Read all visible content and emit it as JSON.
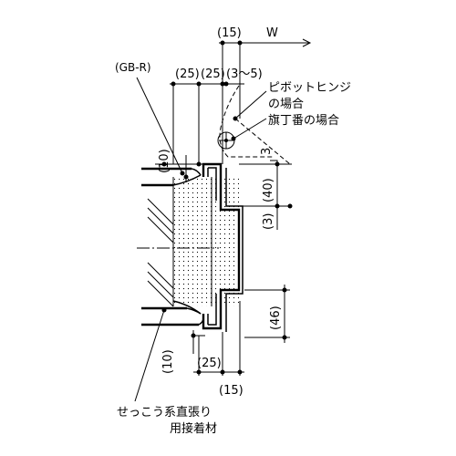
{
  "dimensions": {
    "top_15": "(15)",
    "width_symbol": "W",
    "top_25_left": "(25)",
    "top_25_right": "(25)",
    "gap_3_5": "(3～5)",
    "right_3": "3",
    "right_40": "(40)",
    "right_3_paren": "(3)",
    "right_46": "(46)",
    "left_10_top": "(10)",
    "left_10_bottom": "(10)",
    "bottom_25": "(25)",
    "bottom_15": "(15)"
  },
  "labels": {
    "gb_r": "(GB-R)",
    "pivot_hinge_line1": "ピボットヒンジ",
    "pivot_hinge_line2": "の場合",
    "flag_hinge": "旗丁番の場合",
    "adhesive_line1": "せっこう系直張り",
    "adhesive_line2": "用接着材"
  }
}
